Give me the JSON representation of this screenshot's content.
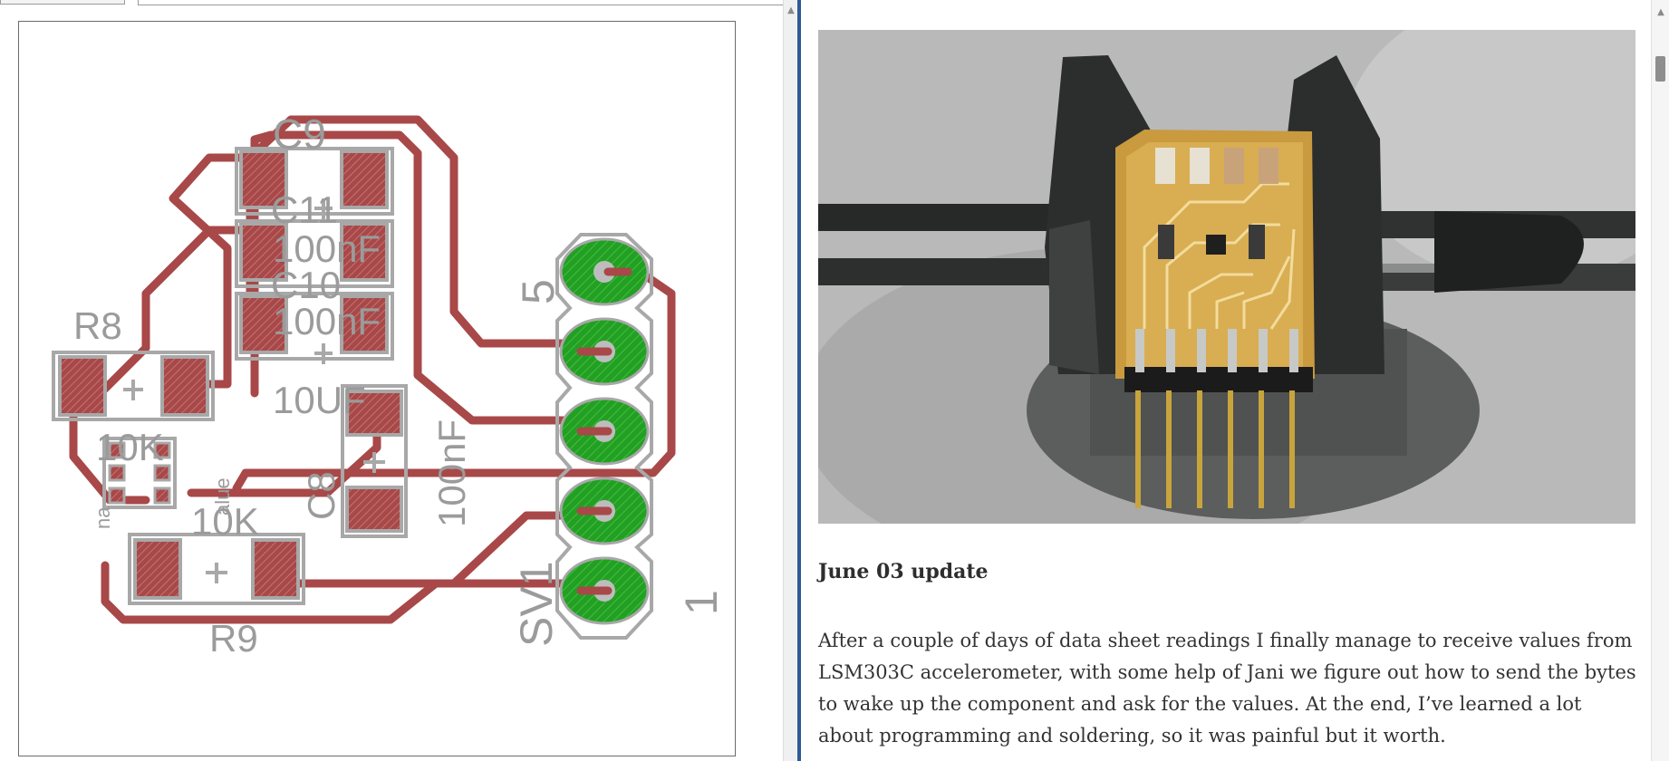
{
  "left_panel": {
    "designators": {
      "c9": "C9",
      "c11": "C11",
      "c10": "C10",
      "r8": "R8",
      "r9": "R9",
      "c8": "C8",
      "sv1": "SV1"
    },
    "values": {
      "c11_value": "100nF",
      "c10_value": "100nF",
      "tenuf": "10UF",
      "hundred_nf_vertical": "100nF",
      "r8_value": "10K",
      "r9_value": "10K",
      "name_small": "na",
      "value_small": "alue"
    },
    "pin_labels": {
      "top": "5",
      "bottom": "1"
    },
    "colors": {
      "trace": "#a84848",
      "pad_green": "#23a023",
      "smd_pad": "#a84848",
      "silk": "#a8a8a8"
    }
  },
  "right_panel": {
    "photo_icon": "pcb-in-vise-photo",
    "heading": "June 03 update",
    "body": "After a couple of days of data sheet readings I finally manage to receive values from LSM303C accelerometer, with some help of Jani we figure out how to send the bytes to wake up the component and ask for the values. At the end, I’ve learned a lot about programming and soldering, so it was painful but it worth."
  }
}
